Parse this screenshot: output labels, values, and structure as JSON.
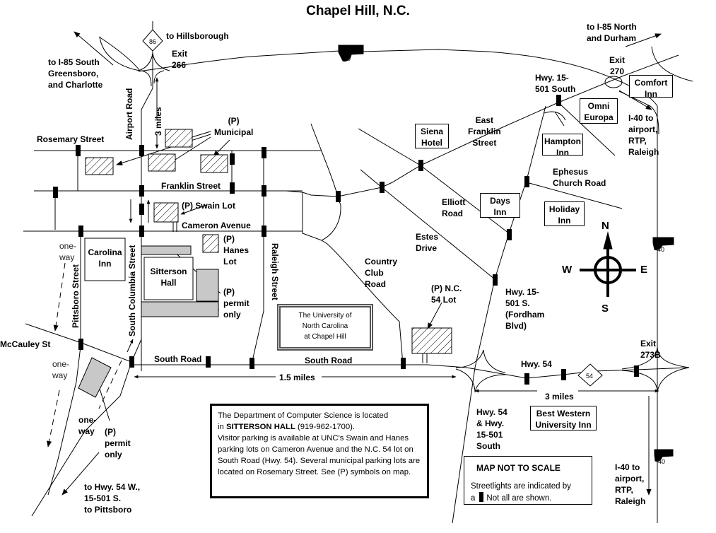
{
  "title": "Chapel Hill, N.C.",
  "colors": {
    "road": "#000000",
    "permit_lot": "#c8c8c8",
    "background": "#ffffff"
  },
  "streets": {
    "rosemary": "Rosemary Street",
    "franklin": "Franklin Street",
    "cameron": "Cameron Avenue",
    "airport": "Airport Road",
    "south_columbia": "South Columbia Street",
    "pittsboro": "Pittsboro Street",
    "raleigh": "Raleigh Street",
    "mccauley": "McCauley St",
    "south_road_1": "South Road",
    "south_road_2": "South Road",
    "east_franklin": "East\nFranklin\nStreet",
    "elliott": "Elliott\nRoad",
    "estes": "Estes\nDrive",
    "country_club": "Country\nClub\nRoad",
    "ephesus": "Ephesus\nChurch Road",
    "hwy54": "Hwy. 54",
    "hwy15501_south_top": "Hwy. 15-\n501 South",
    "fordham": "Hwy. 15-\n501 S.\n(Fordham\nBlvd)",
    "hwy54_15501": "Hwy. 54\n& Hwy.\n15-501\nSouth"
  },
  "directions": {
    "hillsborough": "to Hillsborough",
    "i85_south": "to I-85 South\nGreensboro,\nand Charlotte",
    "i85_north": "to I-85 North\nand Durham",
    "i40_top": "I-40 to\nairport,\nRTP,\nRaleigh",
    "i40_bottom": "I-40 to\nairport,\nRTP,\nRaleigh",
    "pittsboro": "to Hwy. 54 W.,\n15-501 S.\nto Pittsboro"
  },
  "exits": {
    "exit266": "Exit\n266",
    "exit270": "Exit\n270",
    "exit273b": "Exit\n273B"
  },
  "shields": {
    "nc86": "86",
    "nc54": "54",
    "i40_a": "40",
    "i40_b": "40",
    "i40_c": "40"
  },
  "distances": {
    "airport_3mi": "3 miles",
    "south_road_1_5mi": "1.5 miles",
    "hwy54_3mi": "3 miles"
  },
  "one_way": {
    "a": "one-\nway",
    "b": "one-\nway",
    "c": "one-\nway"
  },
  "parking": {
    "municipal": "(P)\nMunicipal",
    "swain": "(P) Swain Lot",
    "hanes": "(P)\nHanes\nLot",
    "permit_1": "(P)\npermit\nonly",
    "permit_2": "(P)\npermit\nonly",
    "nc54_lot": "(P) N.C.\n54 Lot"
  },
  "buildings": {
    "carolina_inn": "Carolina\nInn",
    "sitterson": "Sitterson\nHall",
    "unc": "The University of\nNorth Carolina\nat Chapel Hill"
  },
  "hotels": {
    "siena": "Siena\nHotel",
    "comfort": "Comfort\nInn",
    "omni": "Omni\nEuropa",
    "hampton": "Hampton\nInn",
    "days": "Days\nInn",
    "holiday": "Holiday\nInn",
    "best_western": "Best Western\nUniversity Inn"
  },
  "compass": {
    "n": "N",
    "s": "S",
    "e": "E",
    "w": "W"
  },
  "info": {
    "line1": "The Department of Computer Science is located",
    "line2_pre": "in ",
    "line2_bold": "SITTERSON HALL",
    "line2_post": " (919-962-1700).",
    "rest": "Visitor parking is available at UNC's Swain and Hanes parking lots on Cameron Avenue and the N.C. 54 lot on South Road (Hwy. 54). Several municipal parking lots are located on Rosemary Street. See (P) symbols on map."
  },
  "legend": {
    "title": "MAP NOT TO SCALE",
    "line1": "Streetlights are indicated by",
    "line2_pre": "a",
    "line2_post": "Not all are shown."
  }
}
